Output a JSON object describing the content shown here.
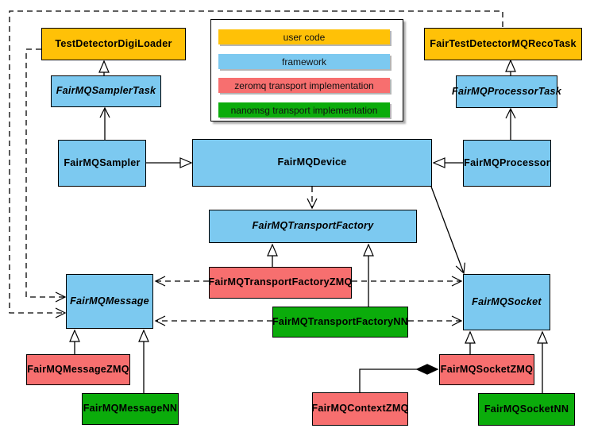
{
  "colors": {
    "user_code": "#FFC107",
    "framework": "#7CC9F0",
    "zeromq": "#F76F6F",
    "nanomsg": "#0BAC0B"
  },
  "legend": {
    "items": [
      {
        "label": "user code",
        "type": "user_code"
      },
      {
        "label": "framework",
        "type": "framework"
      },
      {
        "label": "zeromq transport implementation",
        "type": "zeromq"
      },
      {
        "label": "nanomsg transport implementation",
        "type": "nanomsg"
      }
    ]
  },
  "nodes": {
    "test_detector_digi_loader": {
      "label": "TestDetectorDigiLoader",
      "type": "user_code",
      "abstract": false
    },
    "fair_test_detector_mq_reco_task": {
      "label": "FairTestDetectorMQRecoTask",
      "type": "user_code",
      "abstract": false
    },
    "fairmq_sampler_task": {
      "label": "FairMQSamplerTask",
      "type": "framework",
      "abstract": true
    },
    "fairmq_processor_task": {
      "label": "FairMQProcessorTask",
      "type": "framework",
      "abstract": true
    },
    "fairmq_sampler": {
      "label": "FairMQSampler",
      "type": "framework",
      "abstract": false
    },
    "fairmq_device": {
      "label": "FairMQDevice",
      "type": "framework",
      "abstract": false
    },
    "fairmq_processor": {
      "label": "FairMQProcessor",
      "type": "framework",
      "abstract": false
    },
    "fairmq_transport_factory": {
      "label": "FairMQTransportFactory",
      "type": "framework",
      "abstract": true
    },
    "fairmq_transport_factory_zmq": {
      "label": "FairMQTransportFactoryZMQ",
      "type": "zeromq",
      "abstract": false
    },
    "fairmq_transport_factory_nn": {
      "label": "FairMQTransportFactoryNN",
      "type": "nanomsg",
      "abstract": false
    },
    "fairmq_message": {
      "label": "FairMQMessage",
      "type": "framework",
      "abstract": true
    },
    "fairmq_socket": {
      "label": "FairMQSocket",
      "type": "framework",
      "abstract": true
    },
    "fairmq_message_zmq": {
      "label": "FairMQMessageZMQ",
      "type": "zeromq",
      "abstract": false
    },
    "fairmq_message_nn": {
      "label": "FairMQMessageNN",
      "type": "nanomsg",
      "abstract": false
    },
    "fairmq_socket_zmq": {
      "label": "FairMQSocketZMQ",
      "type": "zeromq",
      "abstract": false
    },
    "fairmq_socket_nn": {
      "label": "FairMQSocketNN",
      "type": "nanomsg",
      "abstract": false
    },
    "fairmq_context_zmq": {
      "label": "FairMQContextZMQ",
      "type": "zeromq",
      "abstract": false
    }
  },
  "relations": [
    {
      "from": "FairMQSamplerTask",
      "to": "TestDetectorDigiLoader",
      "kind": "inheritance"
    },
    {
      "from": "FairMQProcessorTask",
      "to": "FairTestDetectorMQRecoTask",
      "kind": "inheritance"
    },
    {
      "from": "FairMQSampler",
      "to": "FairMQSamplerTask",
      "kind": "association"
    },
    {
      "from": "FairMQProcessor",
      "to": "FairMQProcessorTask",
      "kind": "association"
    },
    {
      "from": "FairMQSampler",
      "to": "FairMQDevice",
      "kind": "inheritance"
    },
    {
      "from": "FairMQProcessor",
      "to": "FairMQDevice",
      "kind": "inheritance"
    },
    {
      "from": "FairMQDevice",
      "to": "FairMQTransportFactory",
      "kind": "dependency"
    },
    {
      "from": "FairMQDevice",
      "to": "FairMQSocket",
      "kind": "association"
    },
    {
      "from": "FairMQTransportFactoryZMQ",
      "to": "FairMQTransportFactory",
      "kind": "inheritance"
    },
    {
      "from": "FairMQTransportFactoryNN",
      "to": "FairMQTransportFactory",
      "kind": "inheritance"
    },
    {
      "from": "FairMQTransportFactoryZMQ",
      "to": "FairMQMessage",
      "kind": "dependency"
    },
    {
      "from": "FairMQTransportFactoryZMQ",
      "to": "FairMQSocket",
      "kind": "dependency"
    },
    {
      "from": "FairMQTransportFactoryNN",
      "to": "FairMQMessage",
      "kind": "dependency"
    },
    {
      "from": "FairMQTransportFactoryNN",
      "to": "FairMQSocket",
      "kind": "dependency"
    },
    {
      "from": "TestDetectorDigiLoader",
      "to": "FairMQMessage",
      "kind": "dependency"
    },
    {
      "from": "FairTestDetectorMQRecoTask",
      "to": "FairMQMessage",
      "kind": "dependency"
    },
    {
      "from": "FairMQMessageZMQ",
      "to": "FairMQMessage",
      "kind": "inheritance"
    },
    {
      "from": "FairMQMessageNN",
      "to": "FairMQMessage",
      "kind": "inheritance"
    },
    {
      "from": "FairMQSocketZMQ",
      "to": "FairMQSocket",
      "kind": "inheritance"
    },
    {
      "from": "FairMQSocketNN",
      "to": "FairMQSocket",
      "kind": "inheritance"
    },
    {
      "from": "FairMQSocketZMQ",
      "to": "FairMQContextZMQ",
      "kind": "composition"
    }
  ]
}
